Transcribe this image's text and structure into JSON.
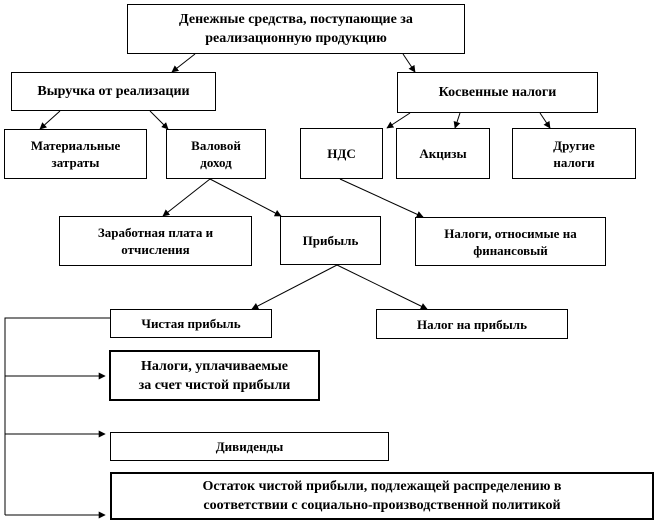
{
  "nodes": {
    "cash": {
      "label": "Денежные средства, поступающие за\nреализационную продукцию"
    },
    "revenue": {
      "label": "Выручка  от реализации"
    },
    "indirect_taxes": {
      "label": "Косвенные  налоги"
    },
    "materials": {
      "label": "Материальные\nзатраты"
    },
    "gross_income": {
      "label": "Валовой\nдоход"
    },
    "vat": {
      "label": "НДС"
    },
    "excise": {
      "label": "Акцизы"
    },
    "other_taxes": {
      "label": "Другие\nналоги"
    },
    "wages": {
      "label": "Заработная  плата  и\nотчисления"
    },
    "profit": {
      "label": "Прибыль"
    },
    "fin_taxes": {
      "label": "Налоги,  относимые на\nфинансовый"
    },
    "net_profit": {
      "label": "Чистая  прибыль"
    },
    "profit_tax": {
      "label": "Налог  на прибыль"
    },
    "net_paid_taxes": {
      "label": "Налоги, уплачиваемые\nза счет чистой прибыли"
    },
    "dividends": {
      "label": "Дивиденды"
    },
    "remainder": {
      "label": "Остаток  чистой прибыли,  подлежащей распределению в\nсоответствии с социально-производственной политикой"
    }
  }
}
